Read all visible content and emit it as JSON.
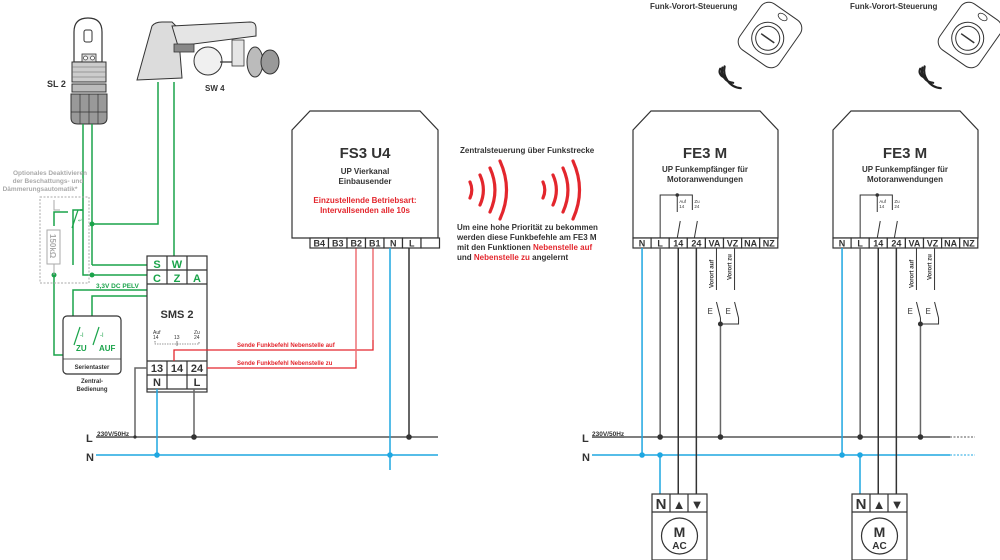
{
  "colors": {
    "green": "#1aa34a",
    "red": "#e3262d",
    "pink": "#ef7f83",
    "blue": "#1ea7e1",
    "dark": "#333333",
    "gray": "#9a9a9a"
  },
  "sensors": {
    "sl2_label": "SL 2",
    "sw4_label": "SW 4"
  },
  "optional_note": {
    "line1": "Optionales Deaktivieren",
    "line2": "der Beschattungs- und",
    "line3": "Dämmerungsautomatik*",
    "resistor": "150kΩ"
  },
  "sms2": {
    "title": "SMS 2",
    "top_terminals_row1": [
      "S",
      "W",
      ""
    ],
    "top_terminals_row2": [
      "C",
      "Z",
      "A"
    ],
    "bottom_terminals_row1": [
      "13",
      "14",
      "24"
    ],
    "bottom_terminals_row2": [
      "N",
      "",
      "L"
    ],
    "contact_labels": {
      "auf": "Auf",
      "auf_num": "14",
      "mid_num": "13",
      "zu": "Zu",
      "zu_num": "24"
    },
    "pelv_label": "3,3V DC PELV"
  },
  "serientaster": {
    "label": "Serientaster",
    "zu": "ZU",
    "auf": "AUF",
    "caption_line1": "Zentral-",
    "caption_line2": "Bedienung"
  },
  "signals": {
    "auf": "Sende Funkbefehl Nebenstelle auf",
    "zu": "Sende Funkbefehl Nebenstelle zu"
  },
  "fs3u4": {
    "title": "FS3 U4",
    "subtitle_line1": "UP Vierkanal",
    "subtitle_line2": "Einbausender",
    "mode_line1": "Einzustellende Betriebsart:",
    "mode_line2": "Intervallsenden alle 10s",
    "terminals": [
      "B4",
      "B3",
      "B2",
      "B1",
      "N",
      "L",
      ""
    ]
  },
  "radio": {
    "heading": "Zentralsteuerung über Funkstrecke",
    "note_line1": "Um eine hohe Priorität zu bekommen",
    "note_line2": "werden diese Funkbefehle am FE3 M",
    "note_line3_pre": "mit den Funktionen ",
    "note_line3_red": "Nebenstelle auf",
    "note_line4_pre": "und ",
    "note_line4_red": "Nebenstelle zu",
    "note_line4_post": " angelernt"
  },
  "fe3m_units": [
    {
      "remote_label": "Funk-Vorort-Steuerung",
      "title": "FE3 M",
      "subtitle_line1": "UP Funkempfänger für",
      "subtitle_line2": "Motoranwendungen",
      "terminals": [
        "N",
        "L",
        "14",
        "24",
        "VA",
        "VZ",
        "NA",
        "NZ"
      ],
      "contact_auf": "Auf",
      "contact_auf_num": "14",
      "contact_zu": "Zu",
      "contact_zu_num": "24",
      "vorort_auf": "Vorort auf",
      "vorort_zu": "Vorort zu",
      "motor_terminals": [
        "N",
        "▲",
        "▼"
      ],
      "motor_label_top": "M",
      "motor_label_bottom": "AC"
    },
    {
      "remote_label": "Funk-Vorort-Steuerung",
      "title": "FE3 M",
      "subtitle_line1": "UP Funkempfänger für",
      "subtitle_line2": "Motoranwendungen",
      "terminals": [
        "N",
        "L",
        "14",
        "24",
        "VA",
        "VZ",
        "NA",
        "NZ"
      ],
      "contact_auf": "Auf",
      "contact_auf_num": "14",
      "contact_zu": "Zu",
      "contact_zu_num": "24",
      "vorort_auf": "Vorort auf",
      "vorort_zu": "Vorort zu",
      "motor_terminals": [
        "N",
        "▲",
        "▼"
      ],
      "motor_label_top": "M",
      "motor_label_bottom": "AC"
    }
  ],
  "mains": {
    "l_label": "L",
    "n_label": "N",
    "voltage": "230V/50Hz"
  }
}
